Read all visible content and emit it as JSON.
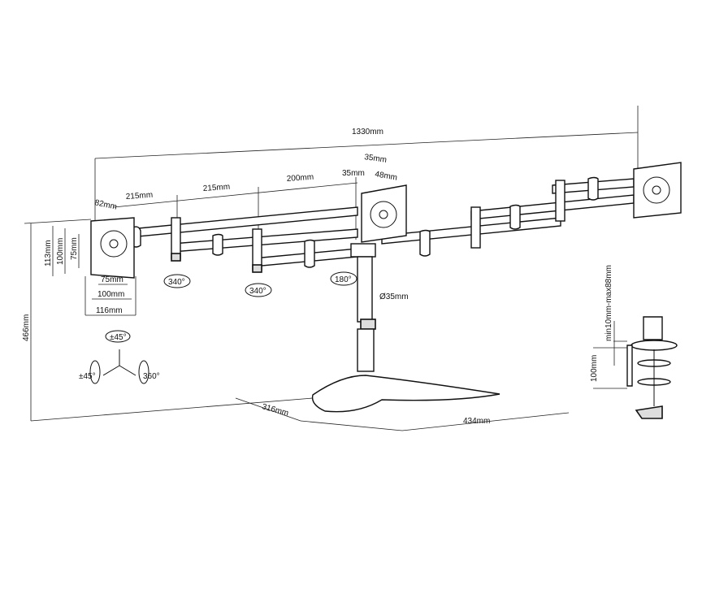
{
  "dimensions": {
    "total_width": "1330mm",
    "arm_segment_1": "215mm",
    "arm_segment_2": "215mm",
    "arm_segment_3": "200mm",
    "pole_offset": "35mm",
    "top_offset": "35mm",
    "top_depth": "48mm",
    "vesa_depth": "82mm",
    "plate_height": "113mm",
    "vesa_100_height": "100mm",
    "vesa_75_height": "75mm",
    "vesa_75_width": "75mm",
    "vesa_100_width": "100mm",
    "plate_width": "116mm",
    "total_height": "466mm",
    "pole_diameter": "Ø35mm",
    "base_depth": "316mm",
    "base_width": "434mm",
    "clamp_thickness": "min10mm-max88mm",
    "clamp_height": "100mm"
  },
  "rotations": {
    "joint_1": "340°",
    "joint_2": "340°",
    "joint_3": "180°",
    "tilt": "±45°",
    "swivel": "±45°",
    "rotate": "360°"
  }
}
